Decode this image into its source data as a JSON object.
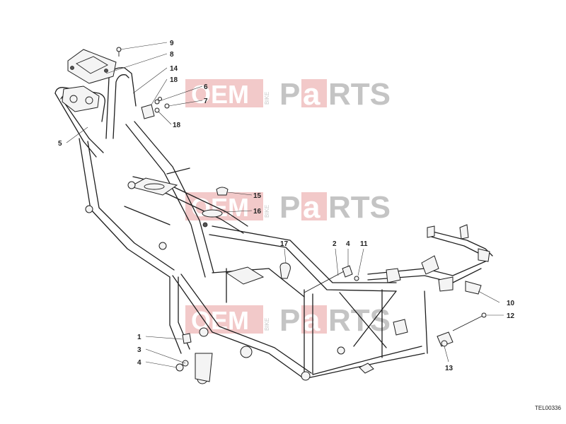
{
  "watermark": {
    "oem": "OEM",
    "bike": "BIKE",
    "p": "P",
    "a": "a",
    "rts": "RTS"
  },
  "drawing_code": "TEL00336",
  "callouts": {
    "c1": "1",
    "c2": "2",
    "c3": "3",
    "c4a": "4",
    "c4b": "4",
    "c5": "5",
    "c6": "6",
    "c7": "7",
    "c8": "8",
    "c9": "9",
    "c10": "10",
    "c11": "11",
    "c12": "12",
    "c13": "13",
    "c14": "14",
    "c15": "15",
    "c16": "16",
    "c17": "17",
    "c18a": "18",
    "c18b": "18"
  }
}
